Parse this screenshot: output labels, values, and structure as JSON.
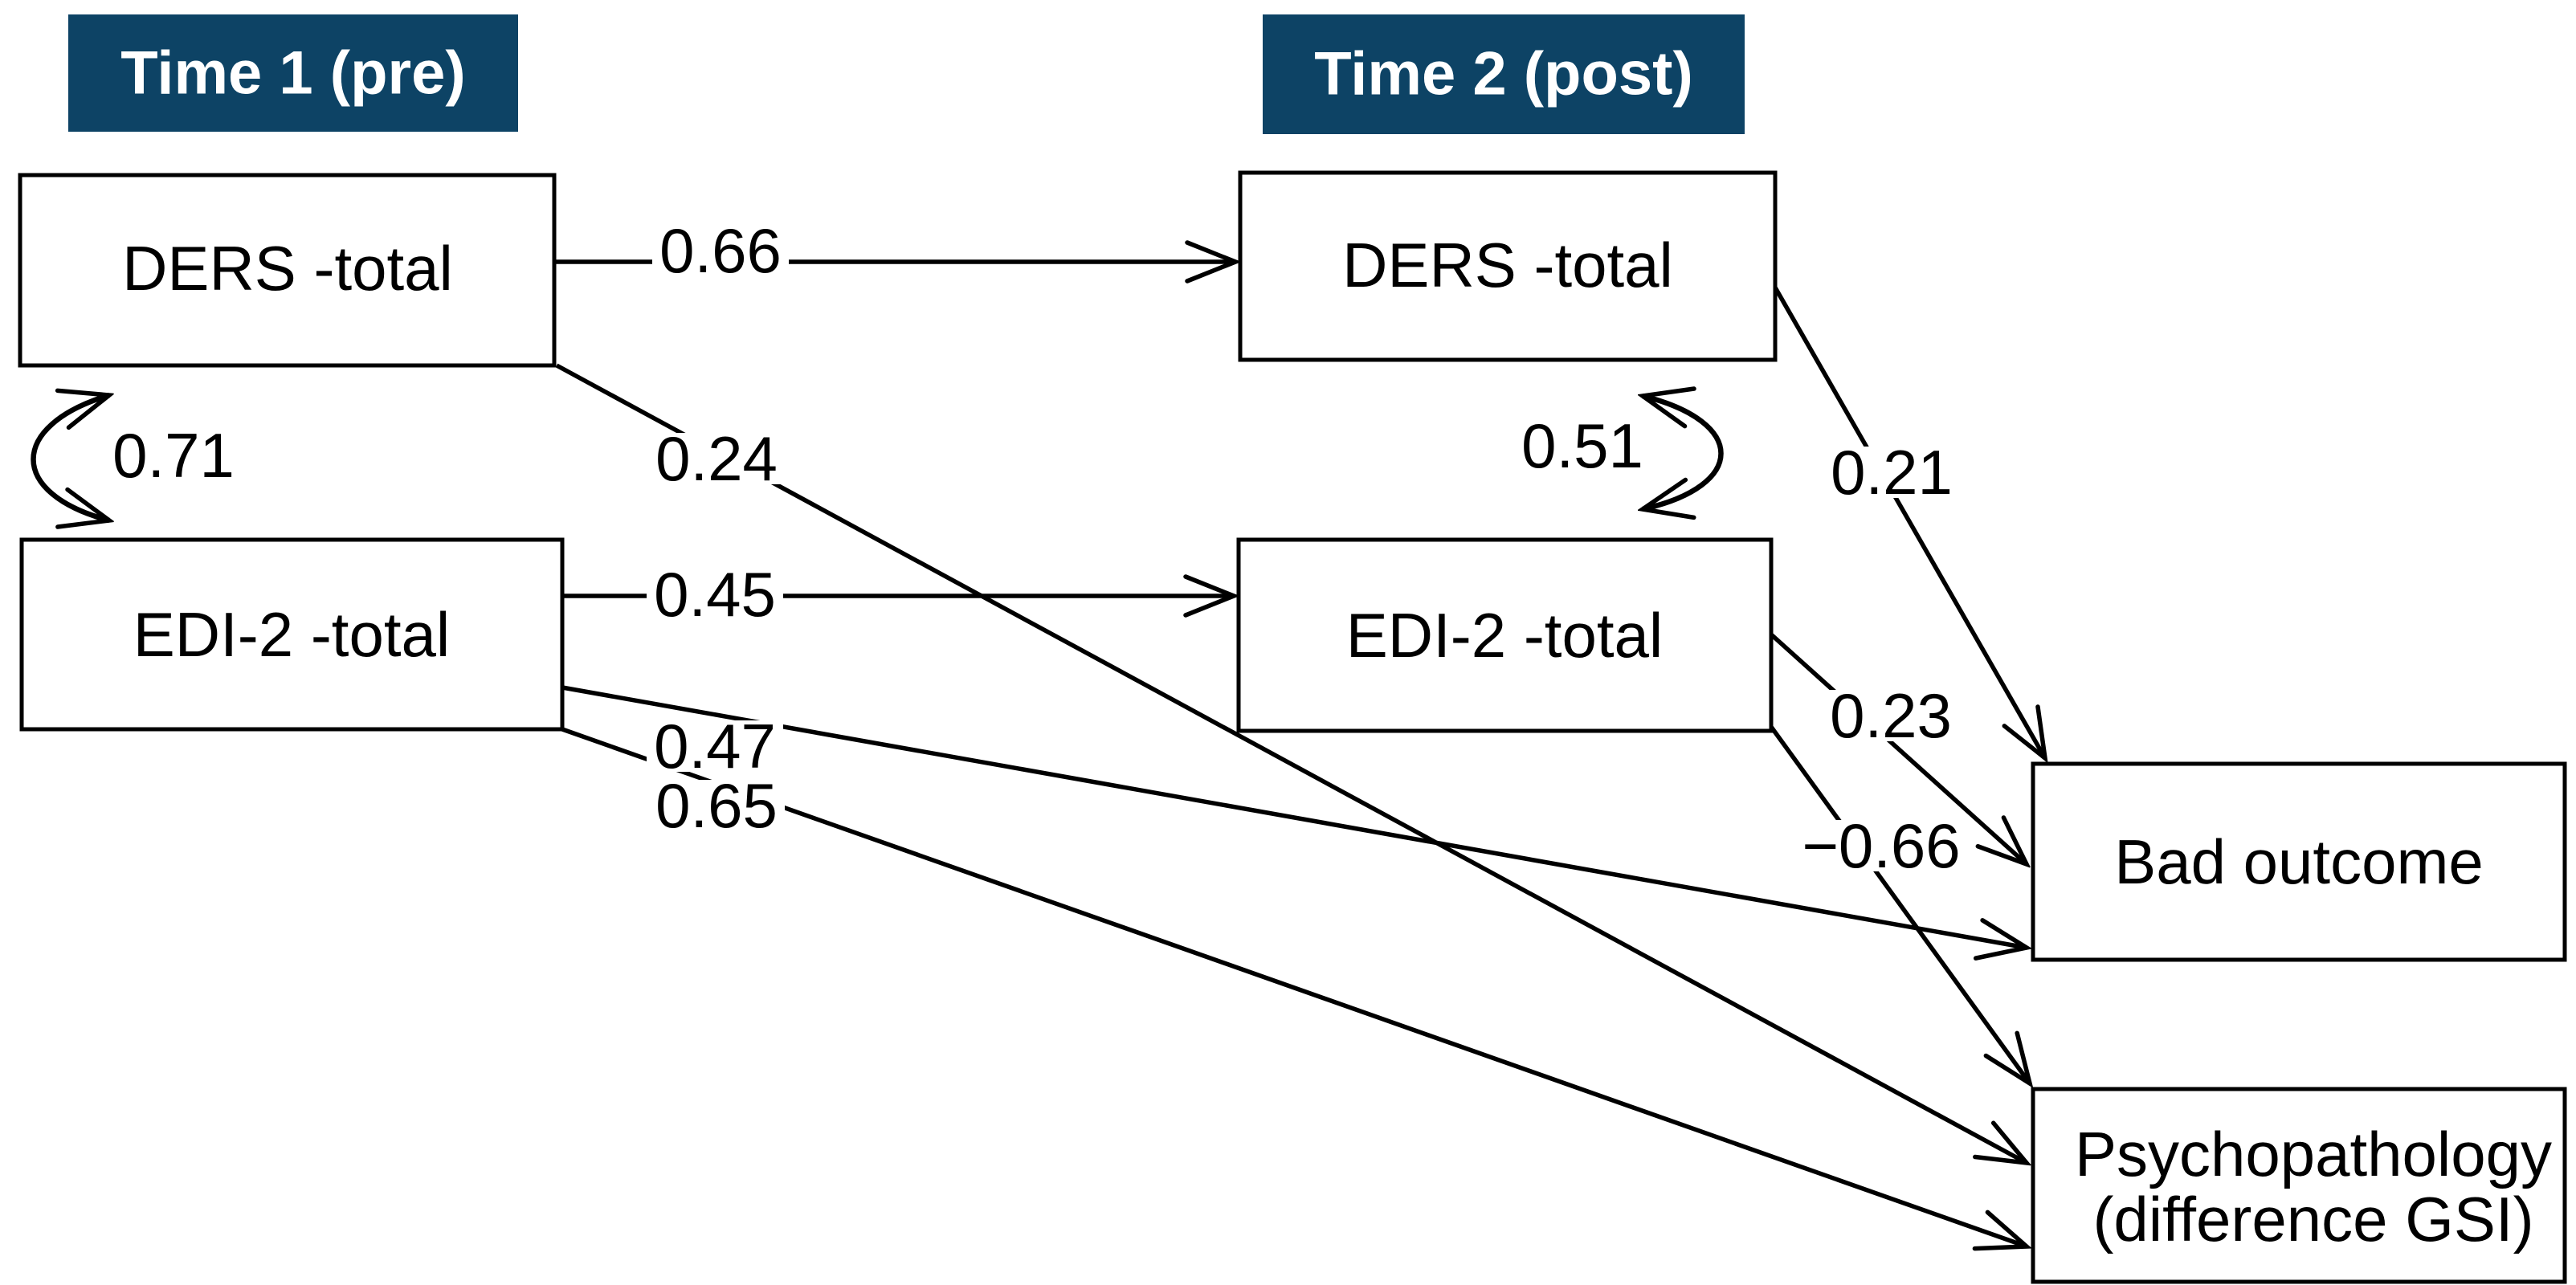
{
  "figure": {
    "background": "#ffffff",
    "headers": [
      {
        "id": "time1",
        "label": "Time 1 (pre)",
        "bg": "#0d4365",
        "text_color": "#ffffff"
      },
      {
        "id": "time2",
        "label": "Time 2 (post)",
        "bg": "#0d4365",
        "text_color": "#ffffff"
      }
    ],
    "nodes": {
      "ders_t1": {
        "label": "DERS -total"
      },
      "edi_t1": {
        "label": "EDI-2 -total"
      },
      "ders_t2": {
        "label": "DERS -total"
      },
      "edi_t2": {
        "label": "EDI-2 -total"
      },
      "bad_outcome": {
        "label": "Bad outcome"
      },
      "psychopathology": {
        "label_line1": "Psychopathology",
        "label_line2": "(difference GSI)"
      }
    },
    "edges": [
      {
        "from": "ders_t1",
        "to": "ders_t2",
        "type": "directed",
        "coefficient": "0.66"
      },
      {
        "from": "ders_t1",
        "to": "edi_t1",
        "type": "correlation",
        "coefficient": "0.71"
      },
      {
        "from": "ders_t1",
        "to": "psychopathology",
        "type": "directed",
        "coefficient": "0.24"
      },
      {
        "from": "edi_t1",
        "to": "edi_t2",
        "type": "directed",
        "coefficient": "0.45"
      },
      {
        "from": "edi_t1",
        "to": "bad_outcome",
        "type": "directed",
        "coefficient": "0.47"
      },
      {
        "from": "edi_t1",
        "to": "psychopathology",
        "type": "directed",
        "coefficient": "0.65"
      },
      {
        "from": "ders_t2",
        "to": "edi_t2",
        "type": "correlation",
        "coefficient": "0.51"
      },
      {
        "from": "ders_t2",
        "to": "bad_outcome",
        "type": "directed",
        "coefficient": "0.21"
      },
      {
        "from": "edi_t2",
        "to": "bad_outcome",
        "type": "directed",
        "coefficient": "0.23"
      },
      {
        "from": "edi_t2",
        "to": "psychopathology",
        "type": "directed",
        "coefficient": "−0.66"
      }
    ],
    "colors": {
      "line": "#000000",
      "box_fill": "#ffffff",
      "box_border": "#000000"
    }
  }
}
